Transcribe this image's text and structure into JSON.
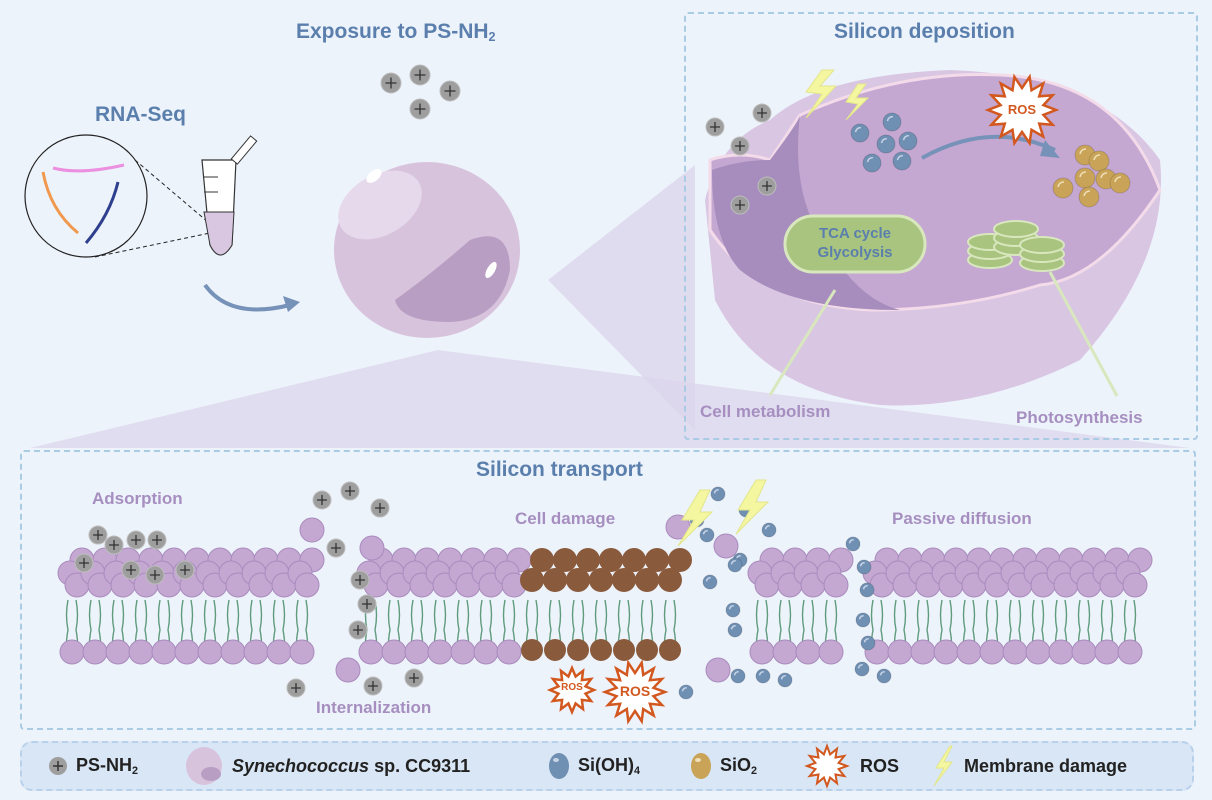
{
  "panels": {
    "exposure": {
      "title_main": "Exposure to PS-NH",
      "title_sub": "2"
    },
    "rnaseq": {
      "title": "RNA-Seq"
    },
    "deposition": {
      "title": "Silicon deposition",
      "ros_label": "ROS",
      "tca_line1": "TCA cycle",
      "tca_line2": "Glycolysis",
      "cell_metabolism": "Cell metabolism",
      "photosynthesis": "Photosynthesis"
    },
    "transport": {
      "title": "Silicon transport",
      "adsorption": "Adsorption",
      "internalization": "Internalization",
      "cell_damage": "Cell damage",
      "passive_diffusion": "Passive diffusion",
      "ros_small": "ROS",
      "ros_large": "ROS"
    }
  },
  "legend": {
    "items": [
      {
        "icon": "ps-nh2-particle-icon",
        "label_main": "PS-NH",
        "label_sub": "2"
      },
      {
        "icon": "synechococcus-cell-icon",
        "label_italic": "Synechococcus",
        "label_rest": " sp. CC9311"
      },
      {
        "icon": "silicic-acid-icon",
        "label_main": "Si(OH)",
        "label_sub": "4"
      },
      {
        "icon": "silica-icon",
        "label_main": "SiO",
        "label_sub": "2"
      },
      {
        "icon": "ros-burst-icon",
        "label_main": "ROS"
      },
      {
        "icon": "lightning-icon",
        "label_main": "Membrane damage"
      }
    ]
  },
  "colors": {
    "background": "#edf3fb",
    "title": "#5b7fad",
    "label": "#a68fc0",
    "lipid": "#c4a8d2",
    "particle": "#9e9e9e",
    "silicic_acid": "#6f8fb3",
    "silica": "#c9a458",
    "ros": "#d2581f",
    "damage": "#8a5a3c",
    "chloroplast": "#a8c47e"
  }
}
